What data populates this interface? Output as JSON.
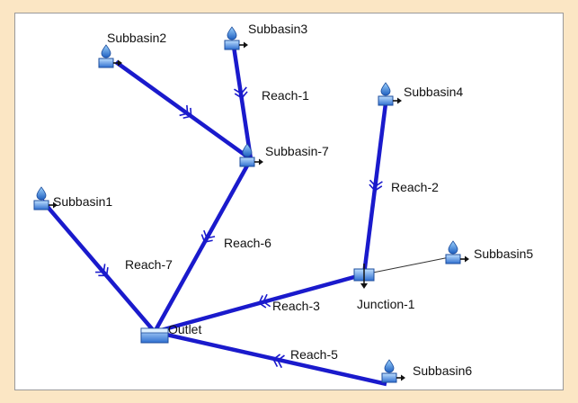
{
  "colors": {
    "page_bg": "#fbe6c4",
    "canvas_bg": "#ffffff",
    "reach_line": "#1a1acc",
    "connector_line": "#333333",
    "node_icon": "#3b7fd8",
    "label_text": "#111111"
  },
  "nodes": {
    "subbasin1": {
      "label": "Subbasin1",
      "icon": "subbasin-icon"
    },
    "subbasin2": {
      "label": "Subbasin2",
      "icon": "subbasin-icon"
    },
    "subbasin3": {
      "label": "Subbasin3",
      "icon": "subbasin-icon"
    },
    "subbasin4": {
      "label": "Subbasin4",
      "icon": "subbasin-icon"
    },
    "subbasin5": {
      "label": "Subbasin5",
      "icon": "subbasin-icon"
    },
    "subbasin6": {
      "label": "Subbasin6",
      "icon": "subbasin-icon"
    },
    "subbasin7": {
      "label": "Subbasin-7",
      "icon": "subbasin-icon"
    },
    "junction1": {
      "label": "Junction-1",
      "icon": "junction-icon"
    },
    "outlet": {
      "label": "Outlet",
      "icon": "sink-icon"
    }
  },
  "reaches": {
    "reach1": {
      "label": "Reach-1"
    },
    "reach2": {
      "label": "Reach-2"
    },
    "reach3": {
      "label": "Reach-3"
    },
    "reach5": {
      "label": "Reach-5"
    },
    "reach6": {
      "label": "Reach-6"
    },
    "reach7": {
      "label": "Reach-7"
    }
  }
}
